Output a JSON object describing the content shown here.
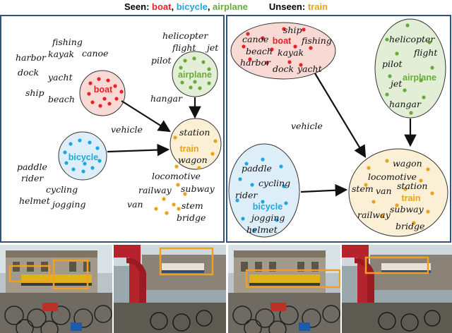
{
  "header": {
    "seen_label": "Seen",
    "colon": ": ",
    "seen_classes": [
      {
        "name": "boat",
        "color": "#e8202a"
      },
      {
        "name": "bicycle",
        "color": "#1ba8e0"
      },
      {
        "name": "airplane",
        "color": "#6aaa3a"
      }
    ],
    "separator": ", ",
    "unseen_label": "Unseen",
    "unseen_classes": [
      {
        "name": "train",
        "color": "#e8a317"
      }
    ]
  },
  "panels": {
    "left": {
      "free_words": {
        "fishing": "fishing",
        "kayak": "kayak",
        "harbor": "harbor",
        "canoe": "canoe",
        "dock": "dock",
        "yacht": "yacht",
        "ship": "ship",
        "beach": "beach",
        "helicopter": "helicopter",
        "flight": "flight",
        "jet": "jet",
        "pilot": "pilot",
        "hangar": "hangar",
        "vehicle": "vehicle",
        "paddle": "paddle",
        "rider": "rider",
        "cycling": "cycling",
        "helmet": "helmet",
        "jogging": "jogging",
        "locomotive": "locomotive",
        "railway": "railway",
        "subway": "subway",
        "van": "van",
        "stem": "stem",
        "bridge": "bridge"
      },
      "clusters": {
        "boat": {
          "label": "boat",
          "color": "#e8202a"
        },
        "airplane": {
          "label": "airplane",
          "color": "#6aaa3a"
        },
        "bicycle": {
          "label": "bicycle",
          "color": "#1ba8e0"
        },
        "train": {
          "label": "train",
          "color": "#e8a317",
          "words": {
            "station": "station",
            "wagon": "wagon"
          }
        }
      }
    },
    "right": {
      "vehicle": "vehicle",
      "clusters": {
        "boat": {
          "label": "boat",
          "color": "#e8202a",
          "words": {
            "canoe": "canoe",
            "ship": "ship",
            "fishing": "fishing",
            "beach": "beach",
            "kayak": "kayak",
            "harbor": "harbor",
            "dock": "dock",
            "yacht": "yacht"
          }
        },
        "airplane": {
          "label": "airplane",
          "color": "#6aaa3a",
          "words": {
            "helicopter": "helicopter",
            "flight": "flight",
            "pilot": "pilot",
            "jet": "jet",
            "hangar": "hangar"
          }
        },
        "bicycle": {
          "label": "bicycle",
          "color": "#1ba8e0",
          "words": {
            "paddle": "paddle",
            "cycling": "cycling",
            "rider": "rider",
            "jogging": "jogging",
            "helmet": "helmet"
          }
        },
        "train": {
          "label": "train",
          "color": "#e8a317",
          "words": {
            "wagon": "wagon",
            "locomotive": "locomotive",
            "stem": "stem",
            "van": "van",
            "station": "station",
            "subway": "subway",
            "railway": "railway",
            "bridge": "bridge"
          }
        }
      }
    }
  },
  "colors": {
    "panel_border": "#35527a",
    "boat_fill": "#f8d9d3",
    "airplane_fill": "#e2efd6",
    "bicycle_fill": "#deeef8",
    "train_fill": "#fbefd6",
    "detection_box": "#f0a020"
  }
}
